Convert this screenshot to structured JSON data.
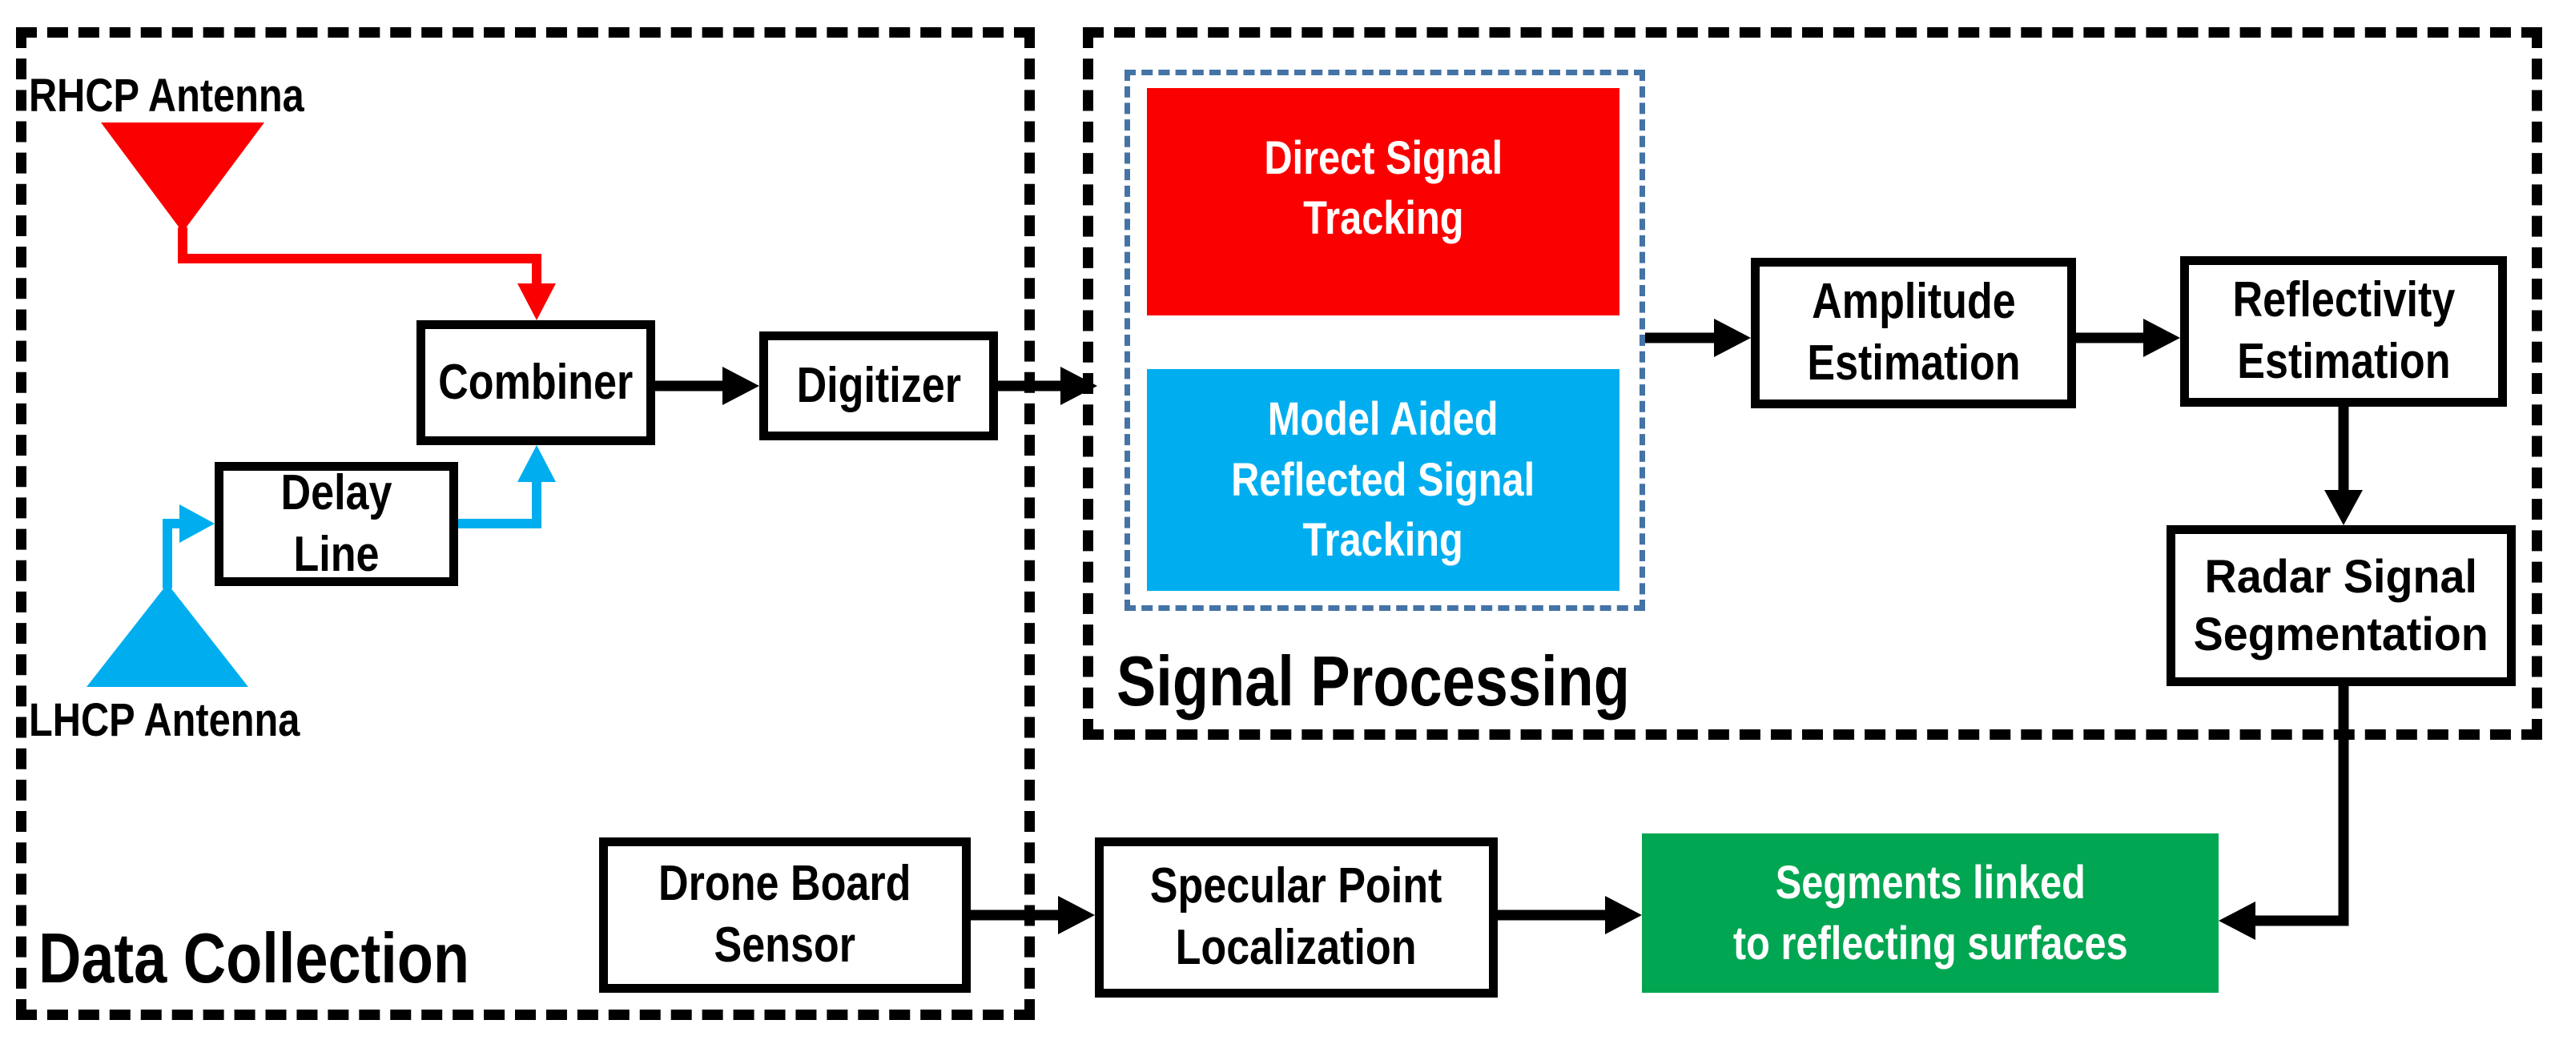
{
  "colors": {
    "red": "#FB0000",
    "cyan": "#00AEEF",
    "green": "#00A651",
    "dashed_blue": "#4473A5",
    "black": "#000000"
  },
  "data_collection": {
    "section_label": "Data Collection",
    "rhcp_antenna_label": "RHCP Antenna",
    "lhcp_antenna_label": "LHCP Antenna",
    "combiner_label": "Combiner",
    "digitizer_label": "Digitizer",
    "delay_line_label": "Delay Line",
    "drone_sensor_line1": "Drone Board",
    "drone_sensor_line2": "Sensor"
  },
  "signal_processing": {
    "section_label": "Signal Processing",
    "direct_tracking_line1": "Direct Signal",
    "direct_tracking_line2": "Tracking",
    "model_aided_line1": "Model Aided",
    "model_aided_line2": "Reflected Signal",
    "model_aided_line3": "Tracking",
    "amplitude_line1": "Amplitude",
    "amplitude_line2": "Estimation",
    "reflectivity_line1": "Reflectivity",
    "reflectivity_line2": "Estimation",
    "radar_line1": "Radar Signal",
    "radar_line2": "Segmentation"
  },
  "outputs": {
    "specular_line1": "Specular Point",
    "specular_line2": "Localization",
    "segments_line1": "Segments linked",
    "segments_line2": "to reflecting surfaces"
  }
}
